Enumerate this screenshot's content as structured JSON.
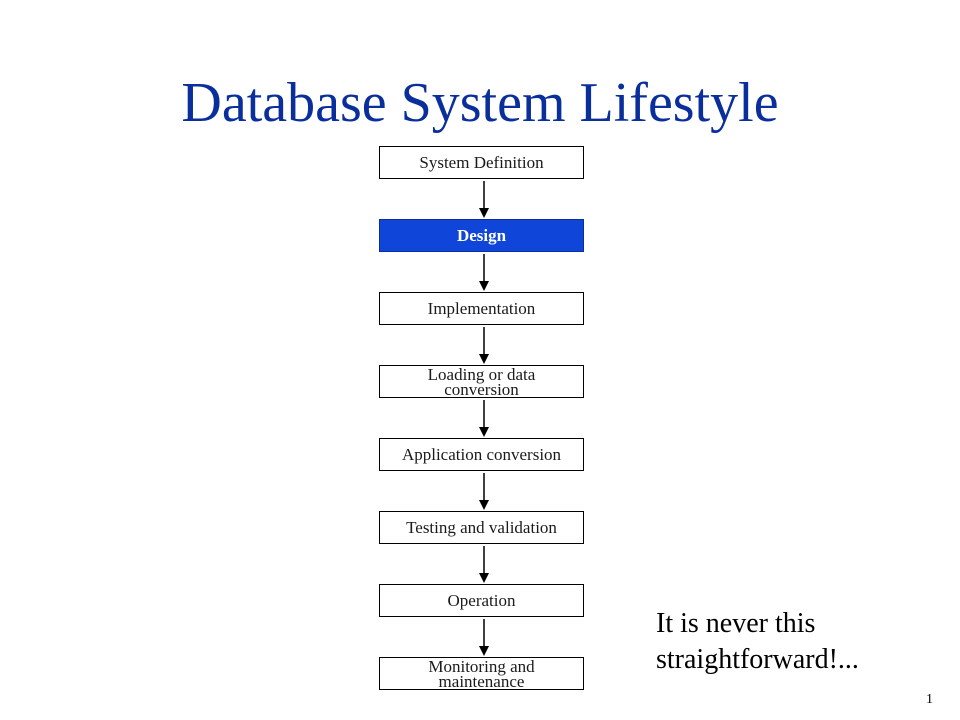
{
  "slide": {
    "title": "Database System Lifestyle",
    "page_number": "1"
  },
  "flow": {
    "steps": [
      {
        "label": "System Definition",
        "highlighted": false
      },
      {
        "label": "Design",
        "highlighted": true
      },
      {
        "label": "Implementation",
        "highlighted": false
      },
      {
        "label": "Loading or data conversion",
        "highlighted": false
      },
      {
        "label": "Application conversion",
        "highlighted": false
      },
      {
        "label": "Testing and validation",
        "highlighted": false
      },
      {
        "label": "Operation",
        "highlighted": false
      },
      {
        "label": "Monitoring and maintenance",
        "highlighted": false
      }
    ],
    "highlight_color": "#0f45d9"
  },
  "note": {
    "line1": "It is never this",
    "line2": "straightforward!..."
  },
  "colors": {
    "title": "#0a2f9c",
    "highlight": "#0f45d9"
  }
}
